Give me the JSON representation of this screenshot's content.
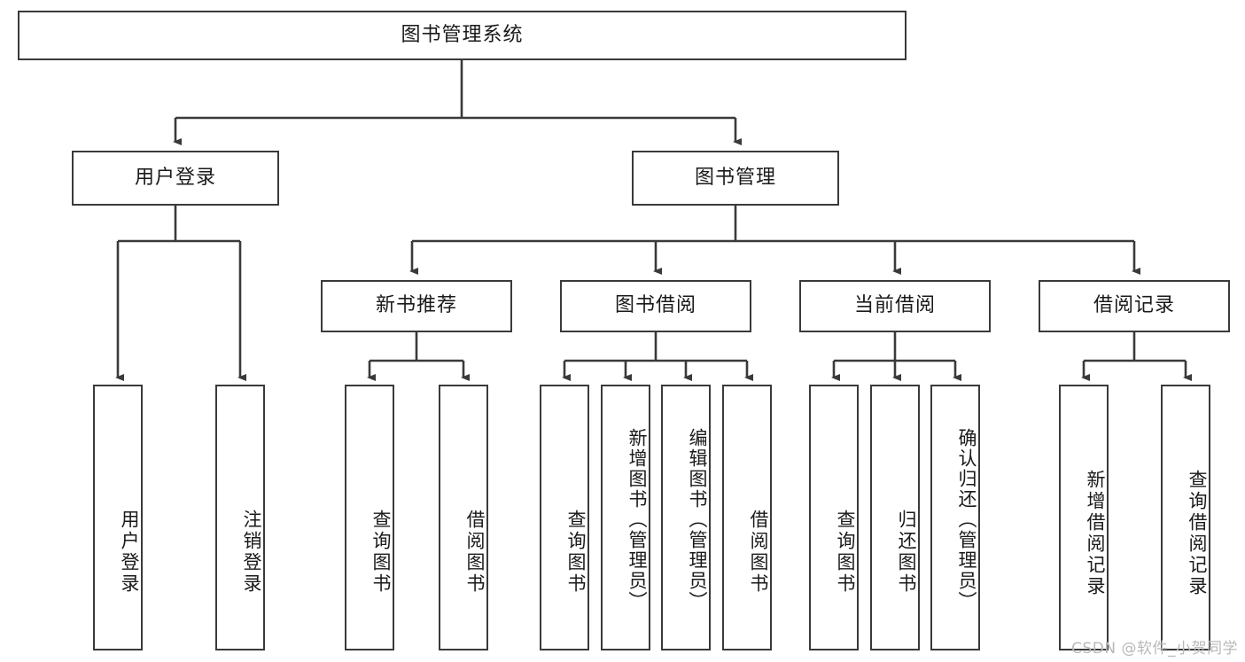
{
  "diagram": {
    "title_node": {
      "id": "root",
      "label": "图书管理系统"
    },
    "level2": [
      {
        "id": "user-login",
        "label": "用户登录"
      },
      {
        "id": "book-management",
        "label": "图书管理"
      }
    ],
    "level3": [
      {
        "id": "new-book-recommend",
        "label": "新书推荐"
      },
      {
        "id": "book-borrow",
        "label": "图书借阅"
      },
      {
        "id": "current-borrow",
        "label": "当前借阅"
      },
      {
        "id": "borrow-record",
        "label": "借阅记录"
      }
    ],
    "leaves": [
      {
        "id": "leaf-user-login",
        "label": "用户登录",
        "parent": "user-login"
      },
      {
        "id": "leaf-logout-login",
        "label": "注销登录",
        "parent": "user-login"
      },
      {
        "id": "leaf-query-book-1",
        "label": "查询图书",
        "parent": "new-book-recommend"
      },
      {
        "id": "leaf-borrow-book-1",
        "label": "借阅图书",
        "parent": "new-book-recommend"
      },
      {
        "id": "leaf-query-book-2",
        "label": "查询图书",
        "parent": "book-borrow"
      },
      {
        "id": "leaf-add-book",
        "label": "新增图书（管理员）",
        "parent": "book-borrow"
      },
      {
        "id": "leaf-edit-book",
        "label": "编辑图书（管理员）",
        "parent": "book-borrow"
      },
      {
        "id": "leaf-borrow-book-2",
        "label": "借阅图书",
        "parent": "book-borrow"
      },
      {
        "id": "leaf-query-book-3",
        "label": "查询图书",
        "parent": "current-borrow"
      },
      {
        "id": "leaf-return-book",
        "label": "归还图书",
        "parent": "current-borrow"
      },
      {
        "id": "leaf-confirm-return",
        "label": "确认归还（管理员）",
        "parent": "current-borrow"
      },
      {
        "id": "leaf-add-borrow-record",
        "label": "新增借阅记录",
        "parent": "borrow-record"
      },
      {
        "id": "leaf-query-borrow-record",
        "label": "查询借阅记录",
        "parent": "borrow-record"
      }
    ],
    "watermark": "CSDN @软件_小贺同学",
    "colors": {
      "stroke": "#3a3a3a",
      "background": "#ffffff",
      "text": "#1a1a1a",
      "watermark": "#b9b9b9"
    }
  }
}
